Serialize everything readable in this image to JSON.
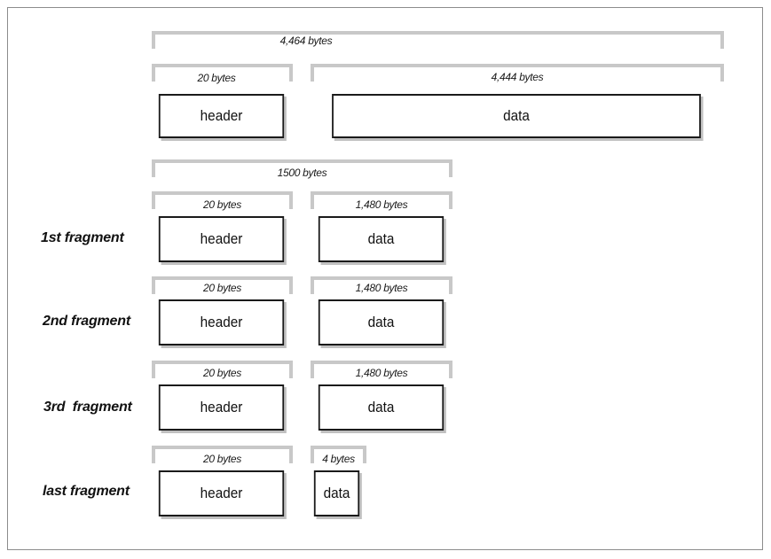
{
  "original": {
    "total_label": "4,464 bytes",
    "header_size_label": "20 bytes",
    "data_size_label": "4,444 bytes",
    "header_text": "header",
    "data_text": "data"
  },
  "mtu_label": "1500 bytes",
  "fragments": [
    {
      "name": "1st fragment",
      "header_size_label": "20 bytes",
      "data_size_label": "1,480 bytes",
      "header_text": "header",
      "data_text": "data"
    },
    {
      "name": "2nd fragment",
      "header_size_label": "20 bytes",
      "data_size_label": "1,480 bytes",
      "header_text": "header",
      "data_text": "data"
    },
    {
      "name": "3rd  fragment",
      "header_size_label": "20 bytes",
      "data_size_label": "1,480 bytes",
      "header_text": "header",
      "data_text": "data"
    },
    {
      "name": "last fragment",
      "header_size_label": "20 bytes",
      "data_size_label": "4 bytes",
      "header_text": "header",
      "data_text": "data"
    }
  ]
}
